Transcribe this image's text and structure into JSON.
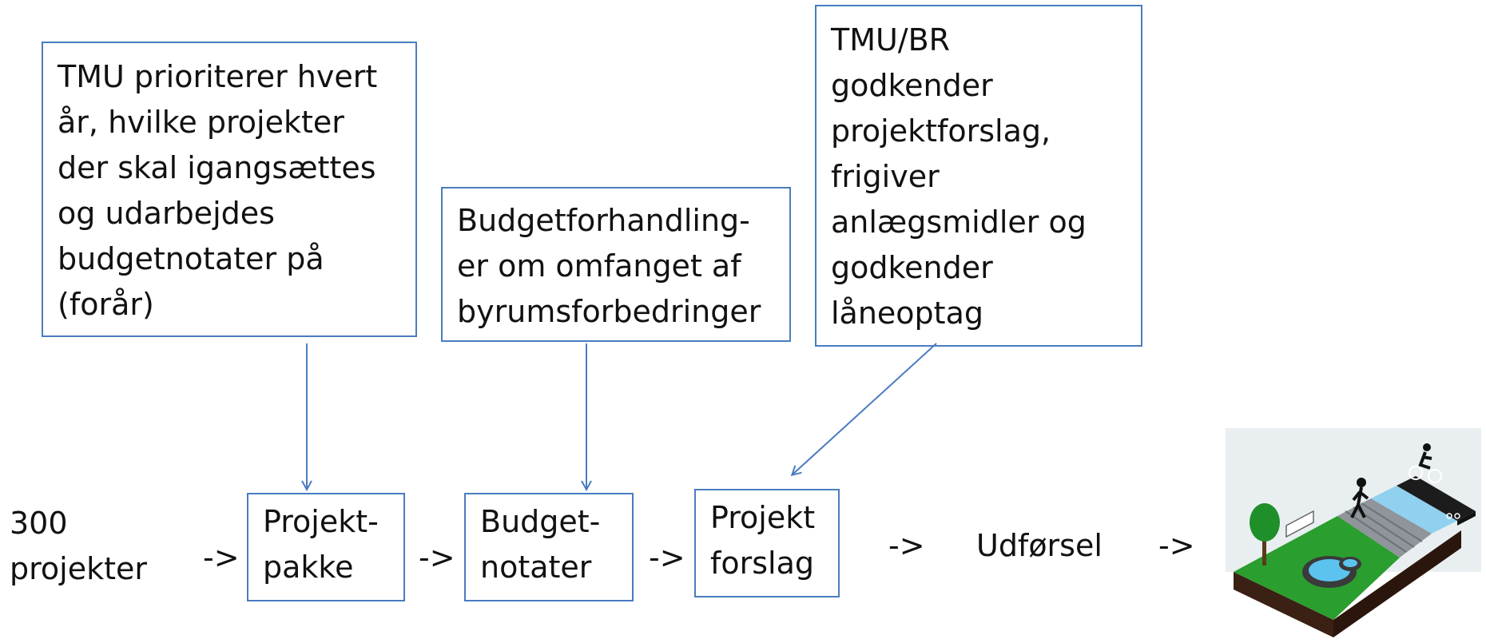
{
  "top_boxes": {
    "tmu_prioritizes": [
      "TMU prioriterer hvert",
      "år, hvilke projekter",
      "der skal igangsættes",
      "og udarbejdes",
      "budgetnotater på",
      "(forår)"
    ],
    "budget_negotiations": [
      "Budgetforhandling-",
      "er om omfanget af",
      "byrumsforbedringer"
    ],
    "tmu_br_approves": [
      "TMU/BR",
      "godkender",
      "projektforslag,",
      "frigiver",
      "anlægsmidler og",
      "godkender",
      "låneoptag"
    ]
  },
  "flow": {
    "start": [
      "300",
      "projekter"
    ],
    "arrow_1": "->",
    "project_package": [
      "Projekt-",
      "pakke"
    ],
    "arrow_2": "->",
    "budget_notes": [
      "Budget-",
      "notater"
    ],
    "arrow_3": "->",
    "project_proposal": [
      "Projekt",
      "forslag"
    ],
    "arrow_4": "->",
    "execution": "Udførsel",
    "arrow_5": "->"
  },
  "colors": {
    "box_border": "#4a7cc0",
    "connector": "#4a7cc0"
  },
  "illustration": "urban-space-illustration-icon"
}
